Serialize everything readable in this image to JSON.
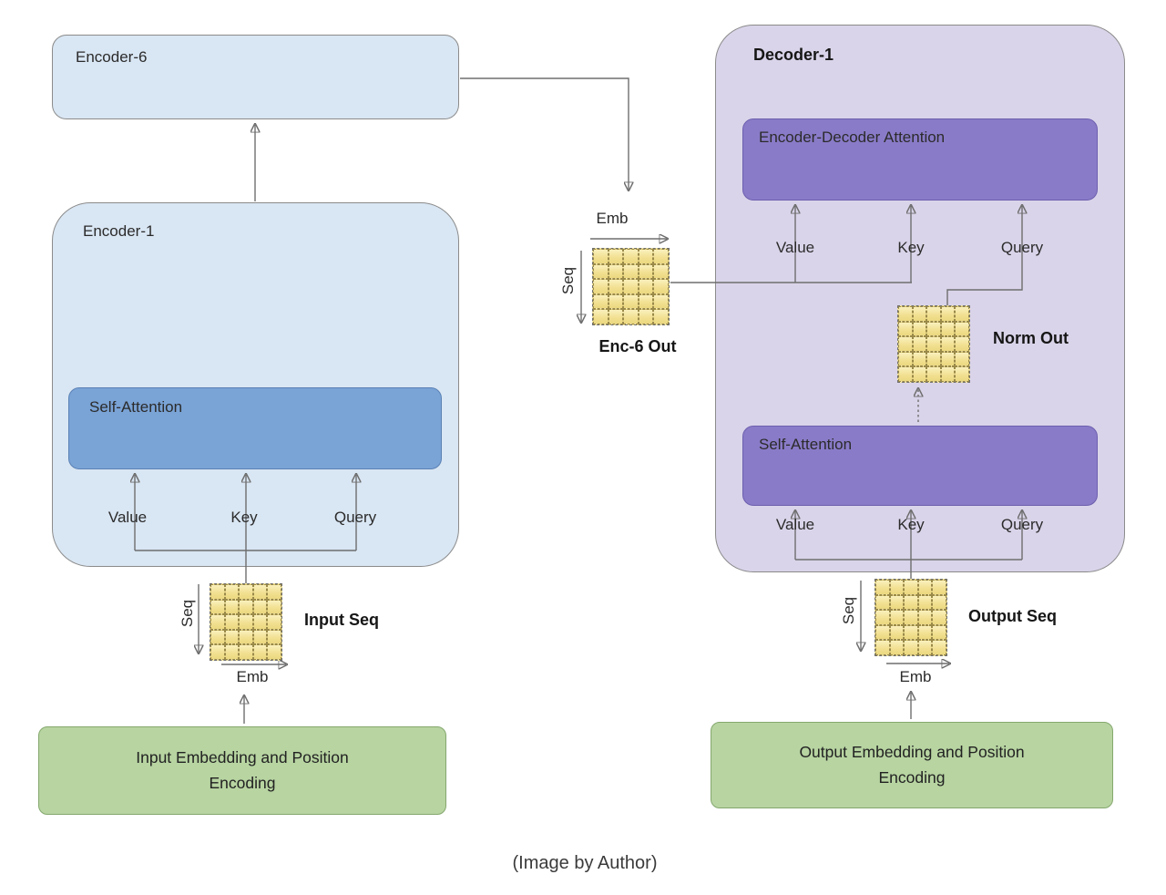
{
  "caption": "(Image by Author)",
  "encoder": {
    "enc6": "Encoder-6",
    "enc1": "Encoder-1",
    "self_attention": "Self-Attention",
    "value": "Value",
    "key": "Key",
    "query": "Query",
    "input_seq": "Input Seq",
    "seq_axis": "Seq",
    "emb_axis": "Emb",
    "embedding": "Input Embedding and Position Encoding"
  },
  "bridge": {
    "enc6_out": "Enc-6 Out",
    "seq_axis": "Seq",
    "emb_axis": "Emb"
  },
  "decoder": {
    "dec1": "Decoder-1",
    "enc_dec_attention": "Encoder-Decoder Attention",
    "self_attention": "Self-Attention",
    "value": "Value",
    "key": "Key",
    "query": "Query",
    "norm_out": "Norm Out",
    "output_seq": "Output Seq",
    "seq_axis": "Seq",
    "emb_axis": "Emb",
    "embedding": "Output Embedding and Position Encoding"
  },
  "colors": {
    "encoder_fill": "#d9e6f3",
    "encoder_attention_fill": "#7aa3d6",
    "decoder_fill": "#dad4ea",
    "decoder_attention_fill": "#8a7bc8",
    "embedding_fill": "#b7d4a1",
    "matrix_fill": "#f5e7a0",
    "arrow": "#6e6e6e"
  }
}
